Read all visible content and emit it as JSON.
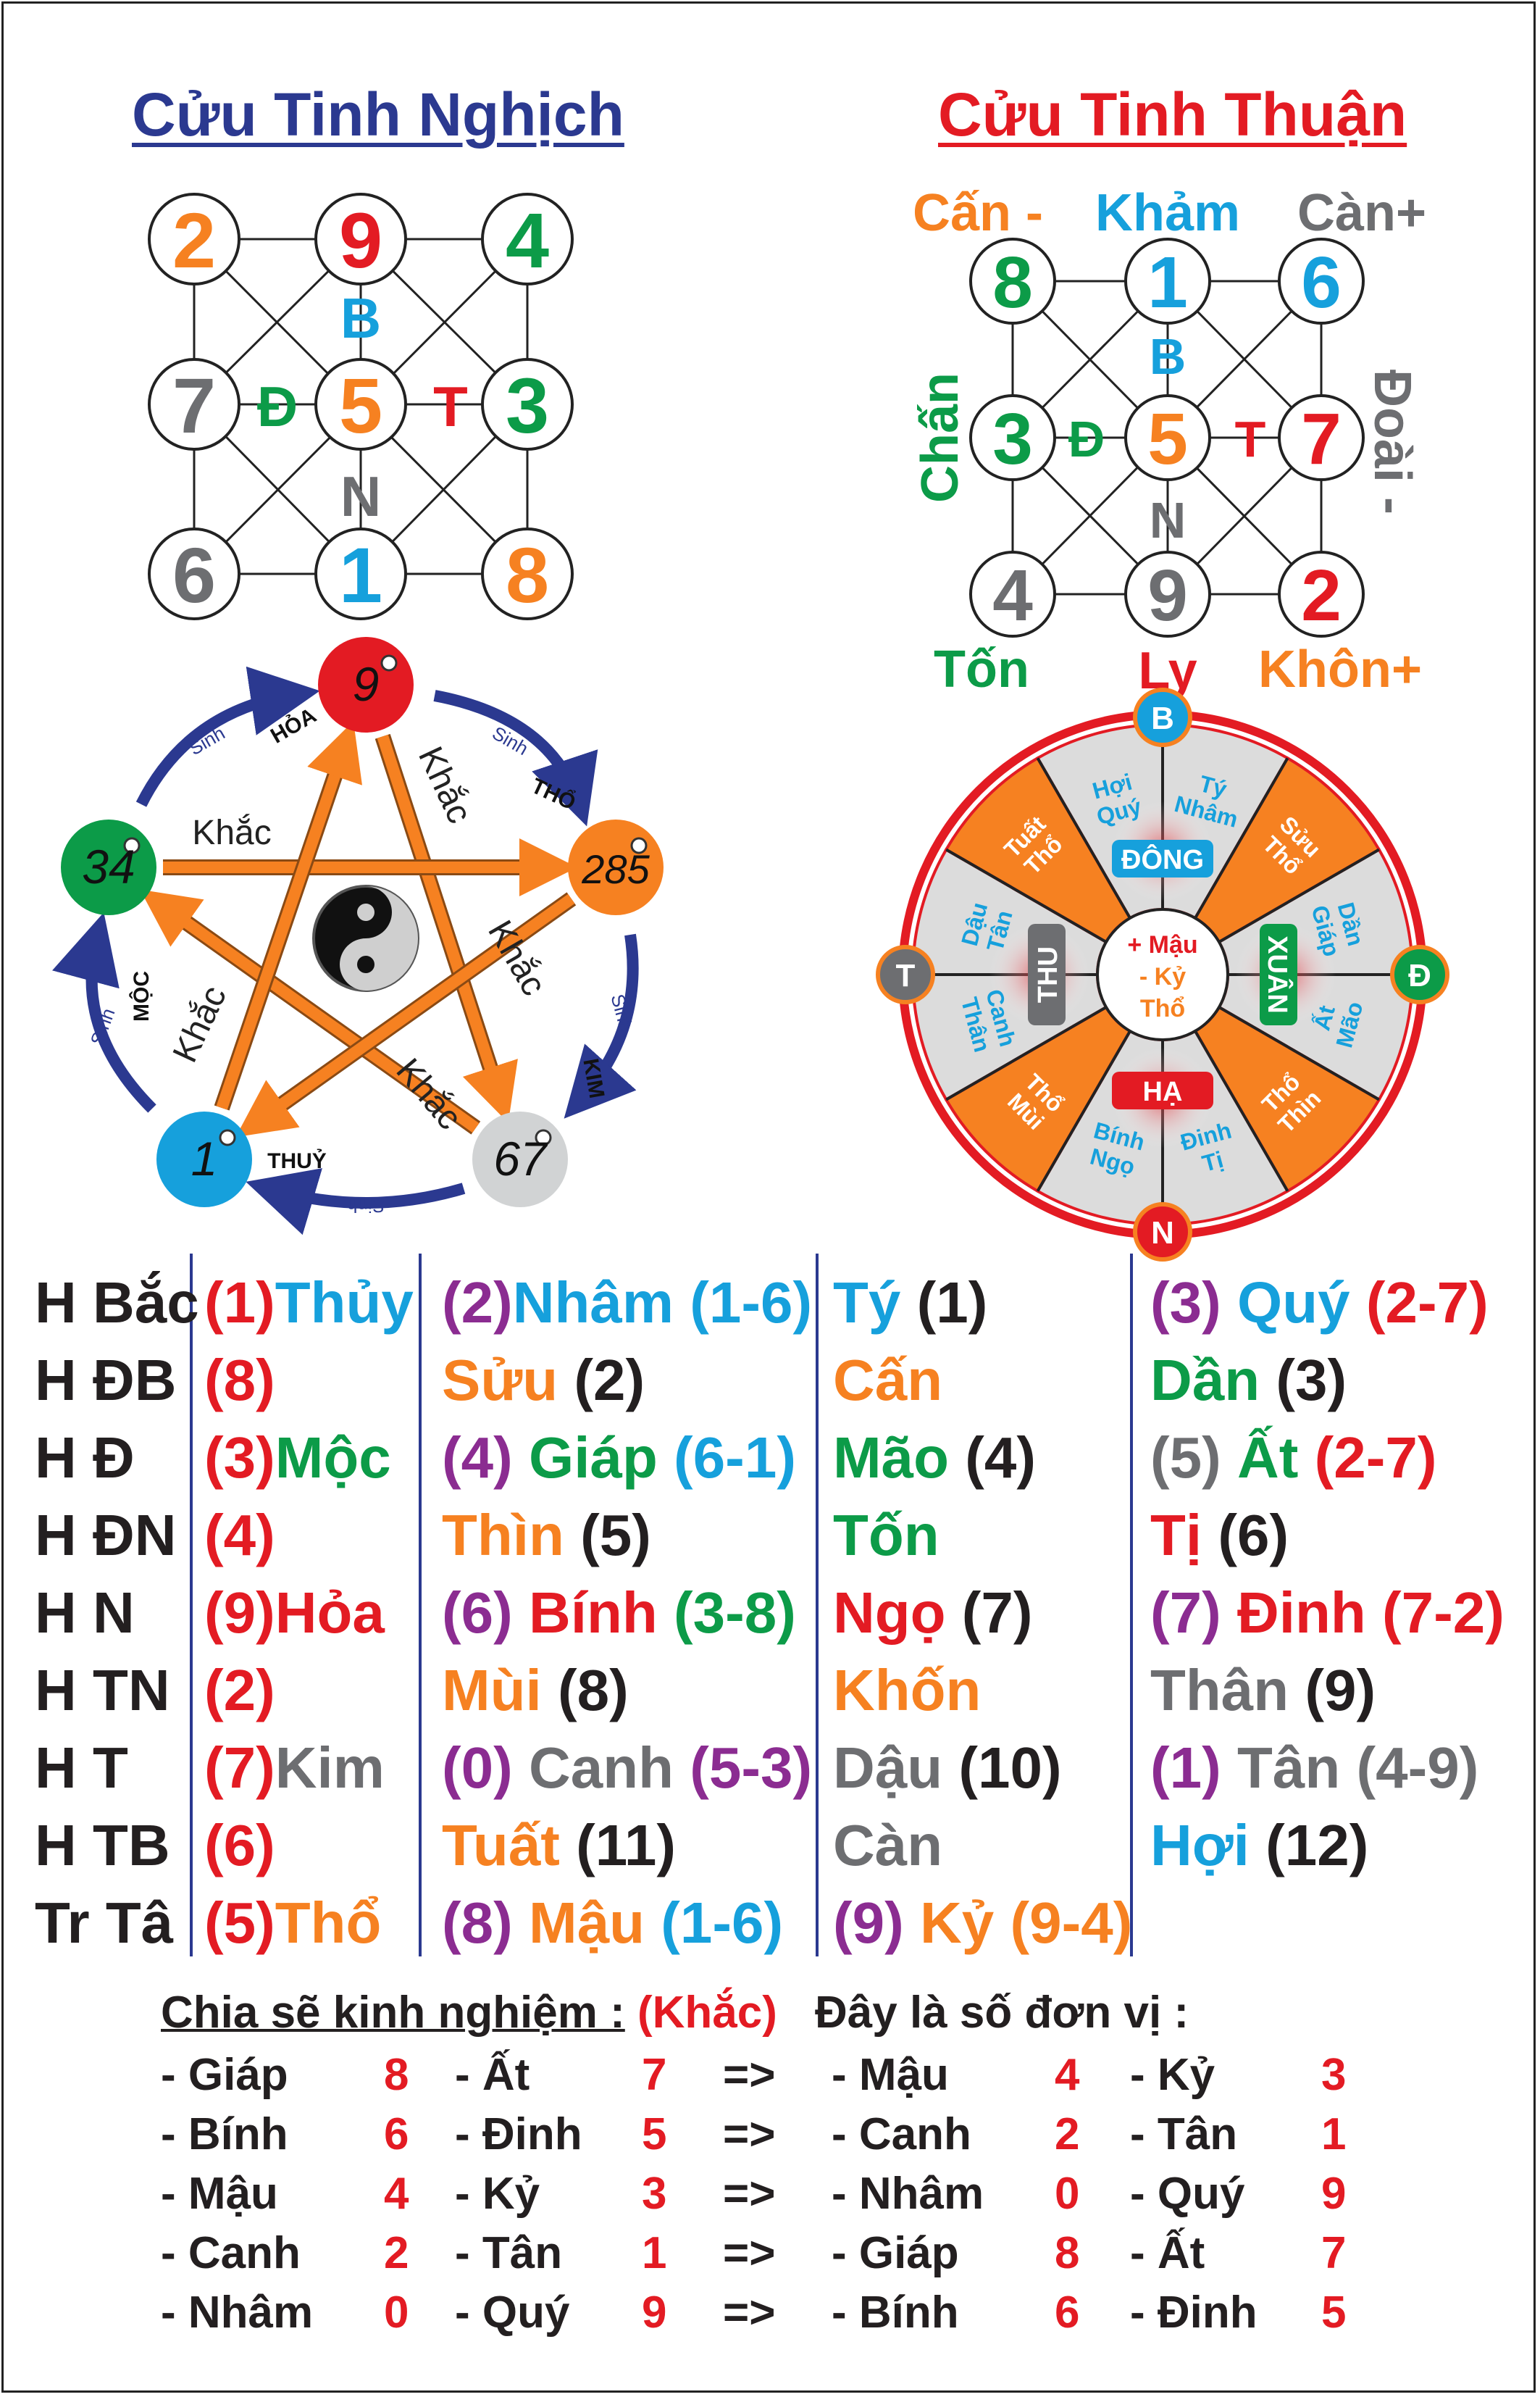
{
  "colors": {
    "red": "#e31b23",
    "green": "#0c9b48",
    "blue": "#16a0dc",
    "orange": "#f68121",
    "gray": "#6d6e71",
    "purple": "#8b2c91",
    "navy": "#2b3990",
    "black": "#231f20"
  },
  "left_grid": {
    "title": "Cửu Tinh Nghịch",
    "cells": [
      {
        "n": "2",
        "color": "orange"
      },
      {
        "n": "9",
        "color": "red"
      },
      {
        "n": "4",
        "color": "green"
      },
      {
        "n": "7",
        "color": "gray"
      },
      {
        "n": "5",
        "color": "orange"
      },
      {
        "n": "3",
        "color": "green"
      },
      {
        "n": "6",
        "color": "gray"
      },
      {
        "n": "1",
        "color": "blue"
      },
      {
        "n": "8",
        "color": "orange"
      }
    ],
    "dirs": {
      "north": "B",
      "west": "Đ",
      "east": "T",
      "south": "N"
    }
  },
  "right_grid": {
    "title": "Cửu Tinh Thuận",
    "cells": [
      {
        "n": "8",
        "color": "green"
      },
      {
        "n": "1",
        "color": "blue"
      },
      {
        "n": "6",
        "color": "blue"
      },
      {
        "n": "3",
        "color": "green"
      },
      {
        "n": "5",
        "color": "orange"
      },
      {
        "n": "7",
        "color": "red"
      },
      {
        "n": "4",
        "color": "gray"
      },
      {
        "n": "9",
        "color": "gray"
      },
      {
        "n": "2",
        "color": "red"
      }
    ],
    "dirs": {
      "north": "B",
      "west": "Đ",
      "east": "T",
      "south": "N"
    },
    "labels": {
      "top_left": "Cấn -",
      "top": "Khảm",
      "top_right": "Càn+",
      "left": "Chấn",
      "right": "Đoài -",
      "bottom_left": "Tốn",
      "bottom": "Ly",
      "bottom_right": "Khôn+"
    }
  },
  "five_elements": {
    "nodes": [
      {
        "num": "9",
        "label": "HỎA",
        "color": "red"
      },
      {
        "num": "285",
        "label": "THỔ",
        "color": "orange"
      },
      {
        "num": "67",
        "label": "KIM",
        "color": "light-gray"
      },
      {
        "num": "1",
        "label": "THUỶ",
        "color": "blue"
      },
      {
        "num": "34",
        "label": "MỘC",
        "color": "green"
      }
    ],
    "sinh": "Sinh",
    "khac": "Khắc"
  },
  "compass": {
    "center": [
      "+ Mậu",
      "- Kỷ",
      "Thổ"
    ],
    "cardinals": {
      "north": "B",
      "east": "Đ",
      "south": "N",
      "west": "T"
    },
    "seasons": {
      "north": "ĐÔNG",
      "east": "XUÂN",
      "south": "HẠ",
      "west": "THU"
    },
    "sectors": [
      "Hợi Quý",
      "Tý Nhâm",
      "Sửu Thổ",
      "Dần Giáp",
      "Ất Mão",
      "Thổ Thìn",
      "Đinh Tị",
      "Bính Ngọ",
      "Thổ Mùi",
      "Canh Thân",
      "Dậu Tân",
      "Tuất Thổ"
    ]
  },
  "table": {
    "rows": [
      {
        "dir": "H Bắc",
        "c1": [
          [
            "(1)",
            "red"
          ],
          [
            "Thủy",
            "blue"
          ]
        ],
        "c2": [
          [
            "(2)",
            "purple"
          ],
          [
            "Nhâm (1-6)",
            "blue"
          ]
        ],
        "c3": [
          [
            "Tý ",
            "blue"
          ],
          [
            "(1)",
            "black"
          ]
        ],
        "c4": [
          [
            "(3) ",
            "purple"
          ],
          [
            "Quý ",
            "blue"
          ],
          [
            "(2-7)",
            "red"
          ]
        ]
      },
      {
        "dir": "H ĐB",
        "c1": [
          [
            "(8)",
            "red"
          ]
        ],
        "c2": [
          [
            "Sửu ",
            "orange"
          ],
          [
            "(2)",
            "black"
          ]
        ],
        "c3": [
          [
            "Cấn",
            "orange"
          ]
        ],
        "c4": [
          [
            "Dần ",
            "green"
          ],
          [
            "(3)",
            "black"
          ]
        ]
      },
      {
        "dir": "H Đ",
        "c1": [
          [
            "(3)",
            "red"
          ],
          [
            "Mộc",
            "green"
          ]
        ],
        "c2": [
          [
            "(4) ",
            "purple"
          ],
          [
            "Giáp ",
            "green"
          ],
          [
            "(6-1)",
            "blue"
          ]
        ],
        "c3": [
          [
            "Mão ",
            "green"
          ],
          [
            "(4)",
            "black"
          ]
        ],
        "c4": [
          [
            "(5) ",
            "gray"
          ],
          [
            "Ất ",
            "green"
          ],
          [
            "(2-7)",
            "red"
          ]
        ]
      },
      {
        "dir": "H ĐN",
        "c1": [
          [
            "(4)",
            "red"
          ]
        ],
        "c2": [
          [
            "Thìn ",
            "orange"
          ],
          [
            "(5)",
            "black"
          ]
        ],
        "c3": [
          [
            "Tốn",
            "green"
          ]
        ],
        "c4": [
          [
            "Tị ",
            "red"
          ],
          [
            "(6)",
            "black"
          ]
        ]
      },
      {
        "dir": "H N",
        "c1": [
          [
            "(9)",
            "red"
          ],
          [
            "Hỏa",
            "red"
          ]
        ],
        "c2": [
          [
            "(6) ",
            "purple"
          ],
          [
            "Bính ",
            "red"
          ],
          [
            "(3-8)",
            "green"
          ]
        ],
        "c3": [
          [
            "Ngọ ",
            "red"
          ],
          [
            "(7)",
            "black"
          ]
        ],
        "c4": [
          [
            "(7) ",
            "purple"
          ],
          [
            "Đinh ",
            "red"
          ],
          [
            "(7-2)",
            "red"
          ]
        ]
      },
      {
        "dir": "H TN",
        "c1": [
          [
            "(2)",
            "red"
          ]
        ],
        "c2": [
          [
            "Mùi ",
            "orange"
          ],
          [
            "(8)",
            "black"
          ]
        ],
        "c3": [
          [
            "Khốn",
            "orange"
          ]
        ],
        "c4": [
          [
            "Thân ",
            "gray"
          ],
          [
            "(9)",
            "black"
          ]
        ]
      },
      {
        "dir": "H T",
        "c1": [
          [
            "(7)",
            "red"
          ],
          [
            "Kim",
            "gray"
          ]
        ],
        "c2": [
          [
            "(0) ",
            "purple"
          ],
          [
            "Canh ",
            "gray"
          ],
          [
            "(5-3)",
            "purple"
          ]
        ],
        "c3": [
          [
            "Dậu ",
            "gray"
          ],
          [
            "(10)",
            "black"
          ]
        ],
        "c4": [
          [
            "(1) ",
            "purple"
          ],
          [
            "Tân ",
            "gray"
          ],
          [
            "(4-9)",
            "gray"
          ]
        ]
      },
      {
        "dir": "H TB",
        "c1": [
          [
            "(6)",
            "red"
          ]
        ],
        "c2": [
          [
            "Tuất ",
            "orange"
          ],
          [
            "(11)",
            "black"
          ]
        ],
        "c3": [
          [
            "Càn",
            "gray"
          ]
        ],
        "c4": [
          [
            "Hợi ",
            "blue"
          ],
          [
            "(12)",
            "black"
          ]
        ]
      },
      {
        "dir": "Tr Tâ",
        "c1": [
          [
            "(5)",
            "red"
          ],
          [
            "Thổ",
            "orange"
          ]
        ],
        "c2": [
          [
            "(8) ",
            "purple"
          ],
          [
            "Mậu ",
            "orange"
          ],
          [
            "(1-6)",
            "blue"
          ]
        ],
        "c3": [
          [
            "(9) ",
            "purple"
          ],
          [
            "Kỷ ",
            "orange"
          ],
          [
            "(9-4)",
            "orange"
          ]
        ],
        "c4": []
      }
    ]
  },
  "experience": {
    "heading": "Chia sẽ kinh nghiệm :",
    "khac": "(Khắc)",
    "unit_note": "Đây là số đơn vị :",
    "arrow": "=>",
    "rows": [
      {
        "a": "- Giáp",
        "an": "8",
        "b": "- Ất",
        "bn": "7",
        "c": "- Mậu",
        "cn": "4",
        "d": "- Kỷ",
        "dn": "3"
      },
      {
        "a": "- Bính",
        "an": "6",
        "b": "- Đinh",
        "bn": "5",
        "c": "- Canh",
        "cn": "2",
        "d": "- Tân",
        "dn": "1"
      },
      {
        "a": "- Mậu",
        "an": "4",
        "b": "- Kỷ",
        "bn": "3",
        "c": "- Nhâm",
        "cn": "0",
        "d": "- Quý",
        "dn": "9"
      },
      {
        "a": "- Canh",
        "an": "2",
        "b": "- Tân",
        "bn": "1",
        "c": "- Giáp",
        "cn": "8",
        "d": "- Ất",
        "dn": "7"
      },
      {
        "a": "- Nhâm",
        "an": "0",
        "b": "- Quý",
        "bn": "9",
        "c": "- Bính",
        "cn": "6",
        "d": "- Đinh",
        "dn": "5"
      }
    ]
  }
}
